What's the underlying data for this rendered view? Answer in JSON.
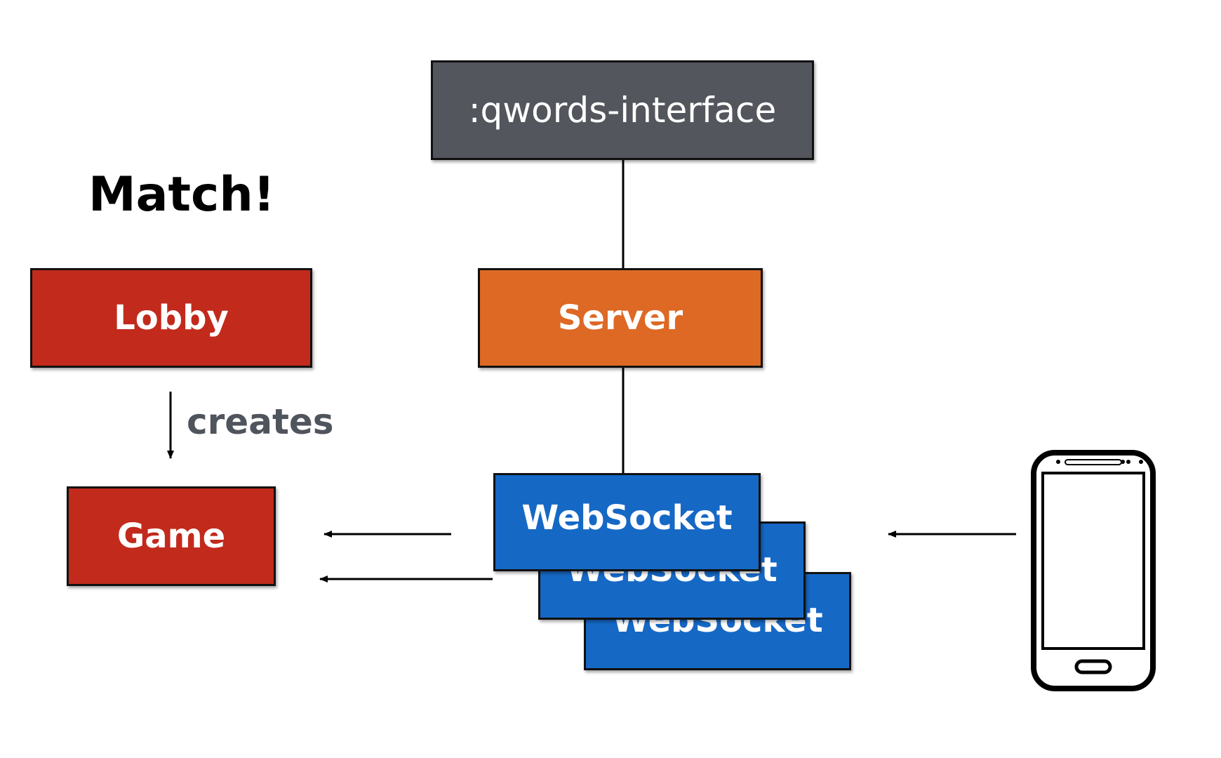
{
  "diagram": {
    "title": "Match!",
    "nodes": {
      "interface": {
        "label": ":qwords-interface",
        "color": "#53565c"
      },
      "server": {
        "label": "Server",
        "color": "#dd6925"
      },
      "lobby": {
        "label": "Lobby",
        "color": "#c22a1c"
      },
      "game": {
        "label": "Game",
        "color": "#c22a1c"
      },
      "websockets": [
        {
          "label": "WebSocket",
          "color": "#1668c5"
        },
        {
          "label": "WebSocket",
          "color": "#1668c5"
        },
        {
          "label": "WebSocket",
          "color": "#1668c5"
        }
      ]
    },
    "edges": {
      "lobby_to_game_label": "creates"
    },
    "icons": {
      "device": "smartphone-icon"
    }
  }
}
